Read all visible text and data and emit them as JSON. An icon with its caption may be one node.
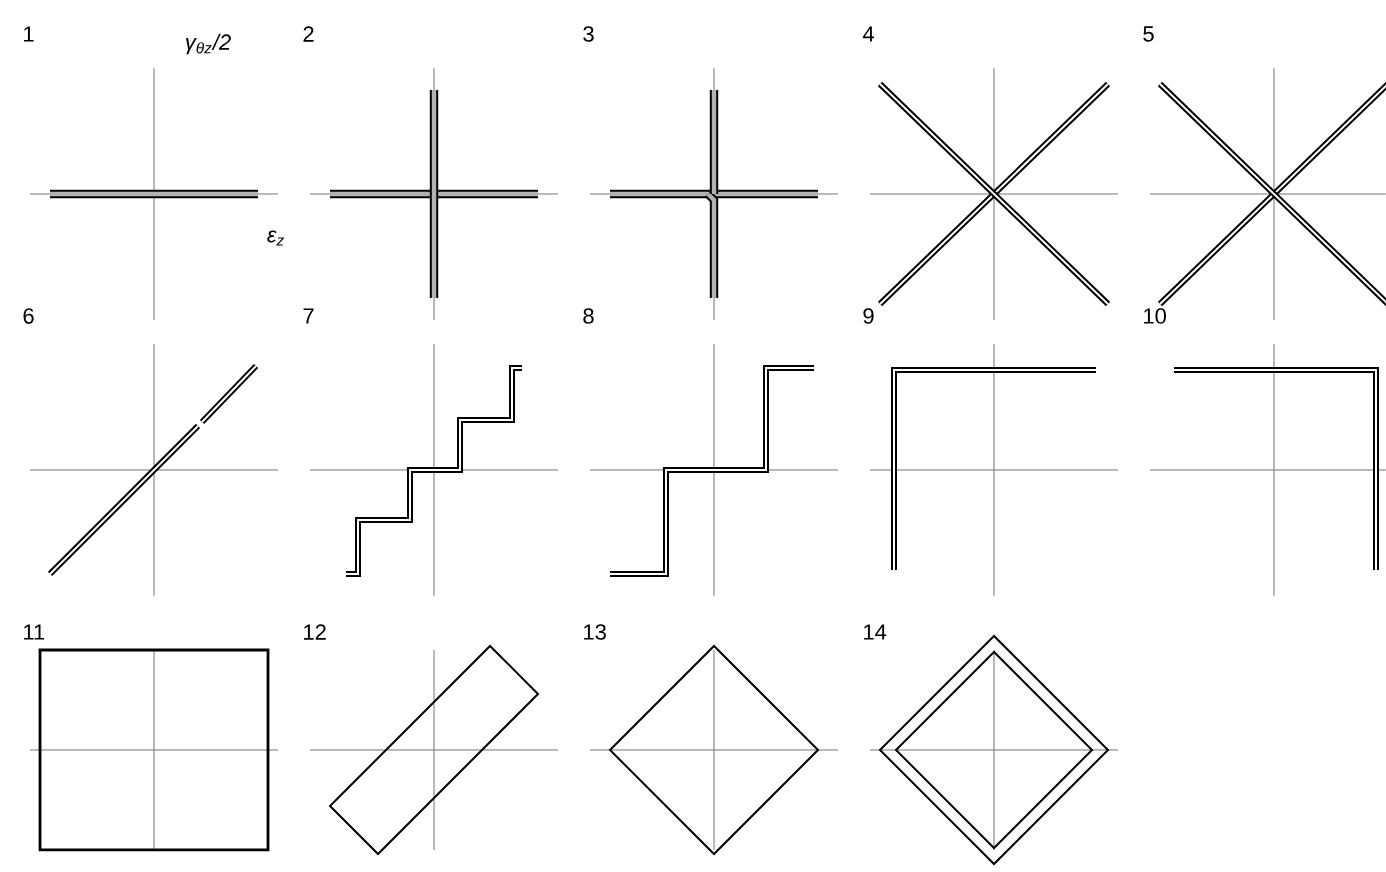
{
  "diagram": {
    "labels": [
      "γ$_{θz}$/2",
      "1",
      "2",
      "3",
      "4",
      "5",
      "ε$_{z}$",
      "6",
      "7",
      "8",
      "9",
      "10",
      "11",
      "12",
      "13",
      "14"
    ]
  }
}
